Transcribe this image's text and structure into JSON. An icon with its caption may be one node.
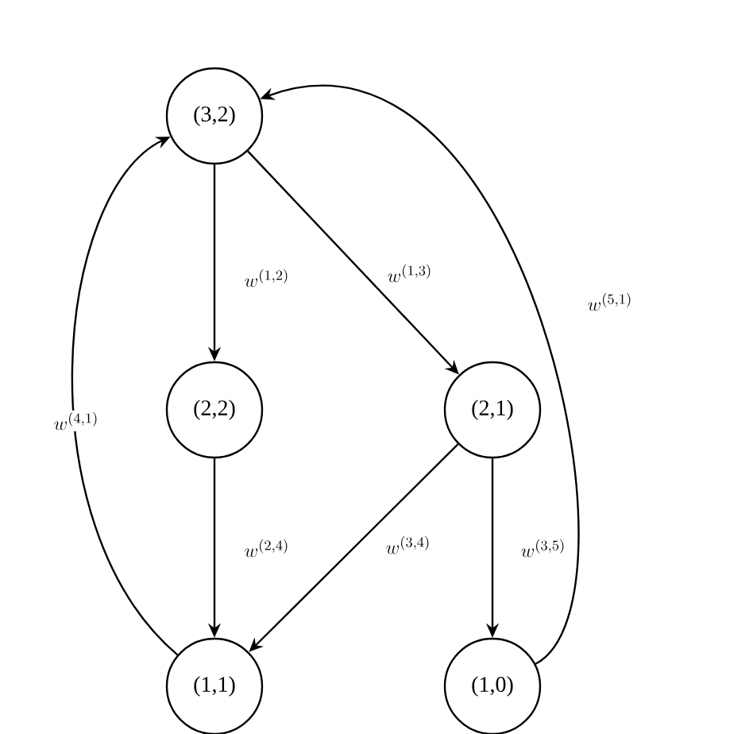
{
  "diagram": {
    "nodes": [
      {
        "text": [
          "(3,2)"
        ]
      },
      {
        "text": [
          "(2,2)"
        ]
      },
      {
        "text": [
          "(2,1)"
        ]
      },
      {
        "text": [
          "(1,1)"
        ]
      },
      {
        "text": [
          "(1,0)"
        ]
      }
    ],
    "edges": [
      {
        "from": 0,
        "to": 1,
        "arrow": "to",
        "label": "w^{(1,2)}"
      },
      {
        "from": 0,
        "to": 2,
        "arrow": "to",
        "label": "w^{(1,3)}"
      },
      {
        "from": 1,
        "to": 3,
        "arrow": "to",
        "label": "w^{(2,4)}"
      },
      {
        "from": 2,
        "to": 3,
        "arrow": "to",
        "label": "w^{(3,4)}"
      },
      {
        "from": 2,
        "to": 4,
        "arrow": "to",
        "label": "w^{(3,5)}"
      },
      {
        "from": 3,
        "to": 0,
        "arrow": "to",
        "label": "w^{(4,1)}"
      },
      {
        "from": 4,
        "to": 0,
        "arrow": "to",
        "label": "w^{(5,1)}"
      }
    ]
  }
}
